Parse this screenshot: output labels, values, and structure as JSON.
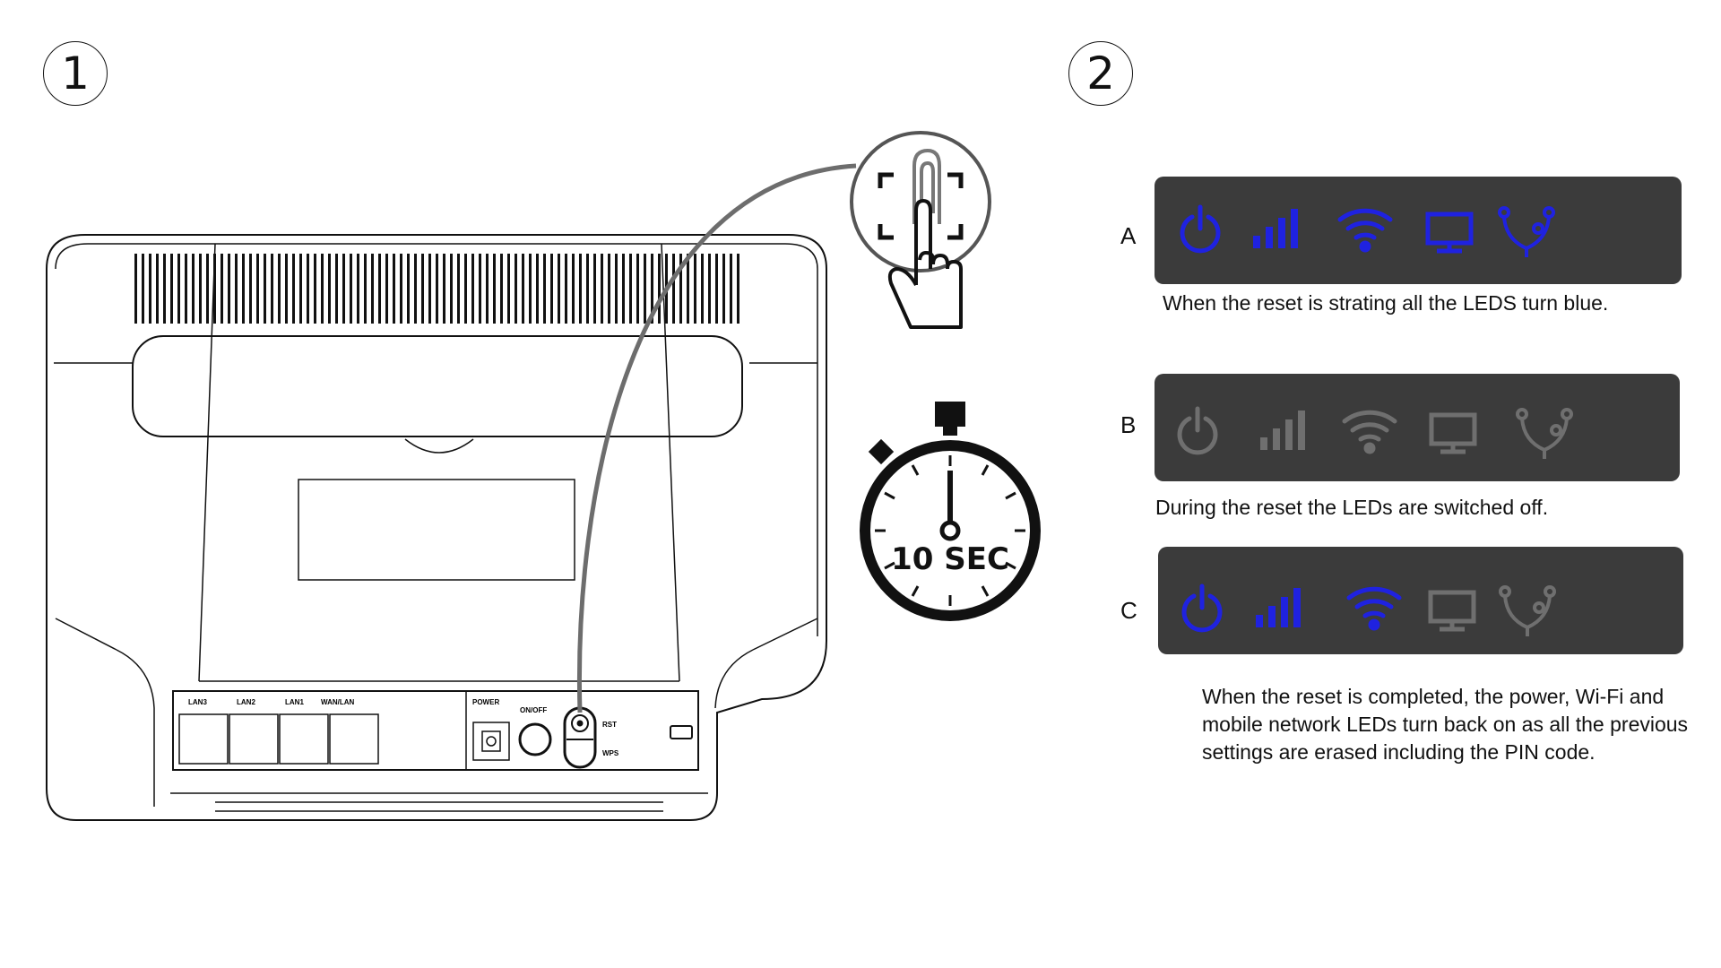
{
  "steps": {
    "step1_number": "1",
    "step2_number": "2"
  },
  "timer": {
    "label": "10 SEC"
  },
  "router": {
    "port_labels": [
      "LAN3",
      "LAN2",
      "LAN1",
      "WAN/LAN"
    ],
    "power_label": "POWER",
    "onoff_label": "ON/OFF",
    "rst_label": "RST",
    "wps_label": "WPS"
  },
  "led_rows": [
    {
      "label": "A",
      "caption": "When the reset is strating all the LEDS turn blue.",
      "states": {
        "power": "blue",
        "signal": "blue",
        "wifi": "blue",
        "lan": "blue",
        "mobile": "blue"
      }
    },
    {
      "label": "B",
      "caption": "During the reset the LEDs are switched off.",
      "states": {
        "power": "off",
        "signal": "off",
        "wifi": "off",
        "lan": "off",
        "mobile": "off"
      }
    },
    {
      "label": "C",
      "caption": "When the reset is completed, the power, Wi-Fi and mobile network LEDs turn back on as all the previous settings are erased including the PIN code.",
      "states": {
        "power": "blue",
        "signal": "blue",
        "wifi": "blue",
        "lan": "off",
        "mobile": "off"
      }
    }
  ],
  "colors": {
    "led_on": "#1f22e0",
    "led_off": "#6f6f6f",
    "panel": "#3b3b3b"
  },
  "icons": [
    "power-icon",
    "signal-bars-icon",
    "wifi-icon",
    "monitor-icon",
    "network-icon"
  ]
}
